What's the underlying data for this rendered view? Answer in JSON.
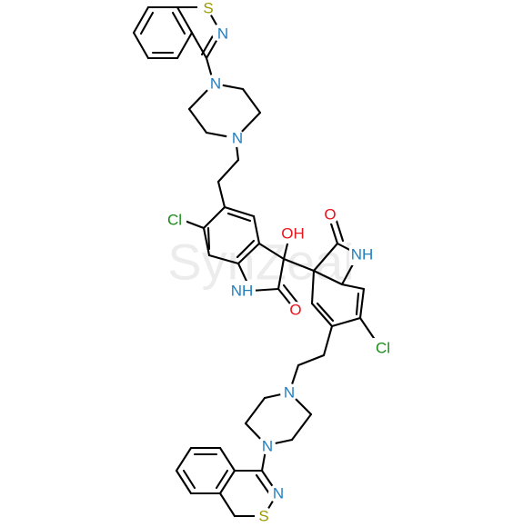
{
  "watermark": "SynZeal",
  "colors": {
    "bond": "#000000",
    "S": "#9a9a00",
    "N": "#1f7fc0",
    "O": "#e8141c",
    "Cl": "#1a8c1a",
    "C": "#000000"
  },
  "labels": {
    "s1": "S",
    "n1": "N",
    "n2": "N",
    "n3": "N",
    "cl1": "Cl",
    "oh": "OH",
    "nh1": "NH",
    "o1": "O",
    "o2": "O",
    "nh2": "NH",
    "cl2": "Cl",
    "n4": "N",
    "n5": "N",
    "n6": "N",
    "s2": "S"
  }
}
